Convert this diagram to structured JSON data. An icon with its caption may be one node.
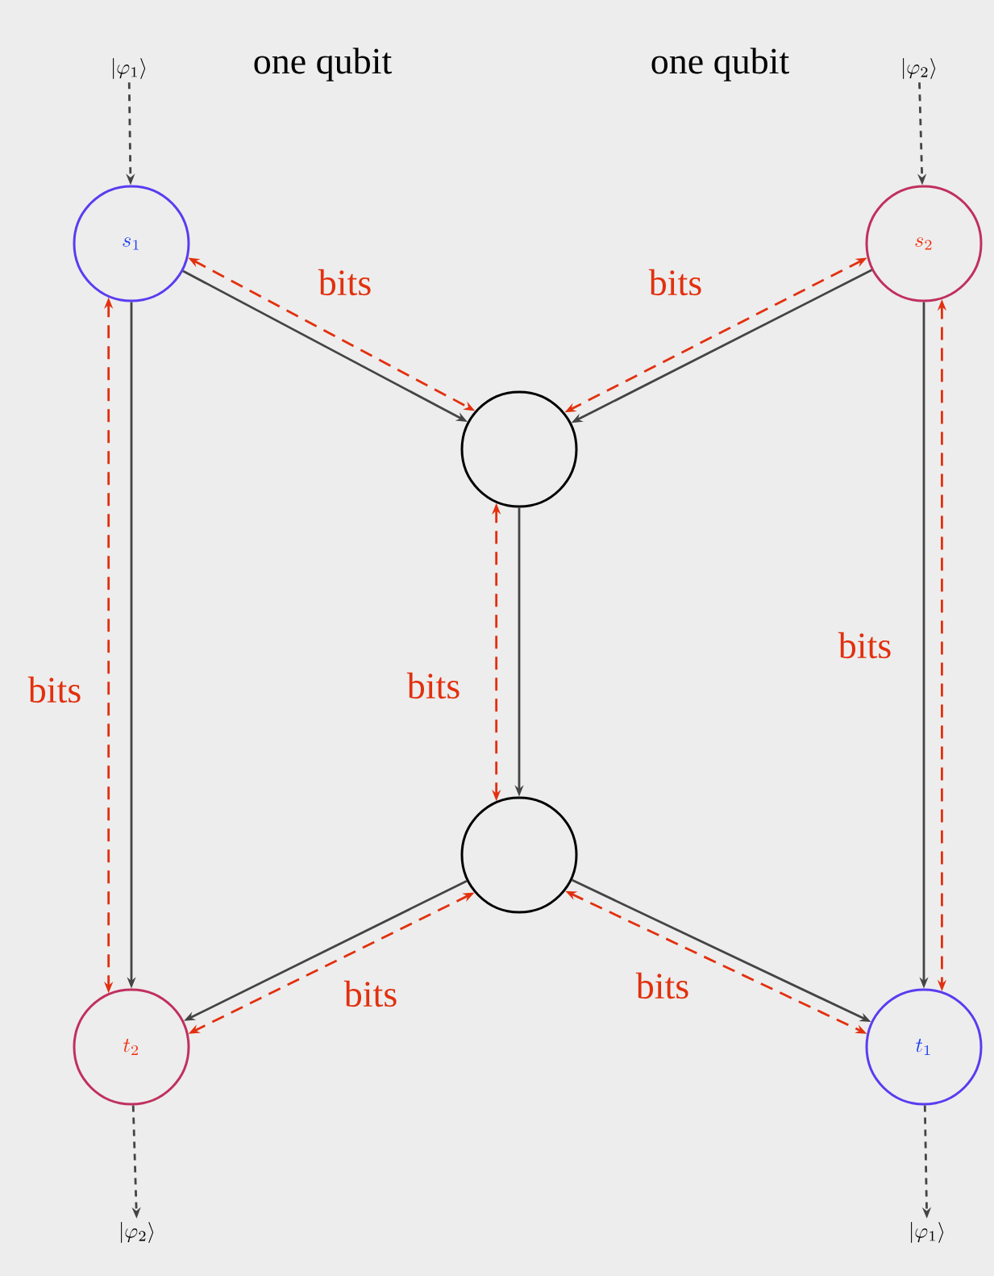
{
  "diagram": {
    "nodes": [
      {
        "text": [
          "|\\varphi_1\\rangle"
        ],
        "beside": [
          "one qubit"
        ]
      },
      {
        "text": [
          "|\\varphi_2\\rangle"
        ],
        "beside": [
          "one qubit"
        ]
      },
      {
        "text": [
          "s_1"
        ]
      },
      {
        "text": [
          "s_2"
        ]
      },
      {
        "text": [],
        "shape": "circle"
      },
      {
        "text": [],
        "shape": "circle"
      },
      {
        "text": [
          "t_2"
        ]
      },
      {
        "text": [
          "t_1"
        ]
      },
      {
        "text": [
          "|\\varphi_2\\rangle"
        ]
      },
      {
        "text": [
          "|\\varphi_1\\rangle"
        ]
      }
    ],
    "edges": [
      {
        "from": 0,
        "to": 2,
        "arrow": "to",
        "style": "dashed"
      },
      {
        "from": 1,
        "to": 3,
        "arrow": "to",
        "style": "dashed"
      },
      {
        "from": 2,
        "to": 4,
        "arrow": "to"
      },
      {
        "from": 3,
        "to": 4,
        "arrow": "to"
      },
      {
        "from": 4,
        "to": 5,
        "arrow": "to"
      },
      {
        "from": 2,
        "to": 6,
        "arrow": "to"
      },
      {
        "from": 3,
        "to": 7,
        "arrow": "to"
      },
      {
        "from": 5,
        "to": 6,
        "arrow": "to"
      },
      {
        "from": 5,
        "to": 7,
        "arrow": "to"
      },
      {
        "from": 6,
        "to": 8,
        "arrow": "to",
        "style": "dashed"
      },
      {
        "from": 7,
        "to": 9,
        "arrow": "to",
        "style": "dashed"
      },
      {
        "from": 2,
        "to": 4,
        "arrow": "both",
        "style": "dashed",
        "color": "#e2300e",
        "label": "bits"
      },
      {
        "from": 3,
        "to": 4,
        "arrow": "both",
        "style": "dashed",
        "color": "#e2300e",
        "label": "bits"
      },
      {
        "from": 4,
        "to": 5,
        "arrow": "both",
        "style": "dashed",
        "color": "#e2300e",
        "label": "bits"
      },
      {
        "from": 2,
        "to": 6,
        "arrow": "both",
        "style": "dashed",
        "color": "#e2300e",
        "label": "bits"
      },
      {
        "from": 3,
        "to": 7,
        "arrow": "both",
        "style": "dashed",
        "color": "#e2300e",
        "label": "bits"
      },
      {
        "from": 5,
        "to": 6,
        "arrow": "both",
        "style": "dashed",
        "color": "#e2300e",
        "label": "bits"
      },
      {
        "from": 5,
        "to": 7,
        "arrow": "both",
        "style": "dashed",
        "color": "#e2300e",
        "label": "bits"
      }
    ]
  }
}
